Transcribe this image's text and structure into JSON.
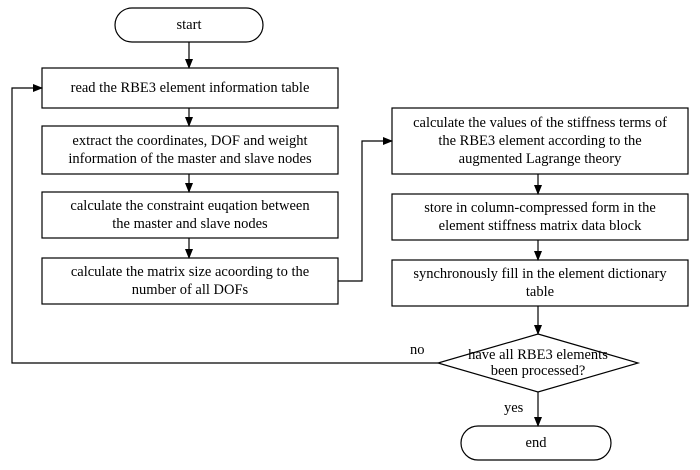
{
  "nodes": {
    "start": "start",
    "read_table": "read the RBE3 element information table",
    "extract_info": "extract the coordinates, DOF and weight\ninformation of the master and slave nodes",
    "constraint_eq": "calculate the constraint euqation between\nthe master and slave nodes",
    "matrix_size": "calculate the matrix size acoording to the\nnumber of all DOFs",
    "stiffness_terms": "calculate the values of the stiffness terms of\nthe RBE3 element according to the\naugmented Lagrange theory",
    "store_compressed": "store in column-compressed form in the\nelement stiffness matrix data block",
    "fill_dictionary": "synchronously fill in the element dictionary\ntable",
    "decision": "have all RBE3 elements\nbeen processed?",
    "end": "end"
  },
  "edges": {
    "no_label": "no",
    "yes_label": "yes"
  }
}
